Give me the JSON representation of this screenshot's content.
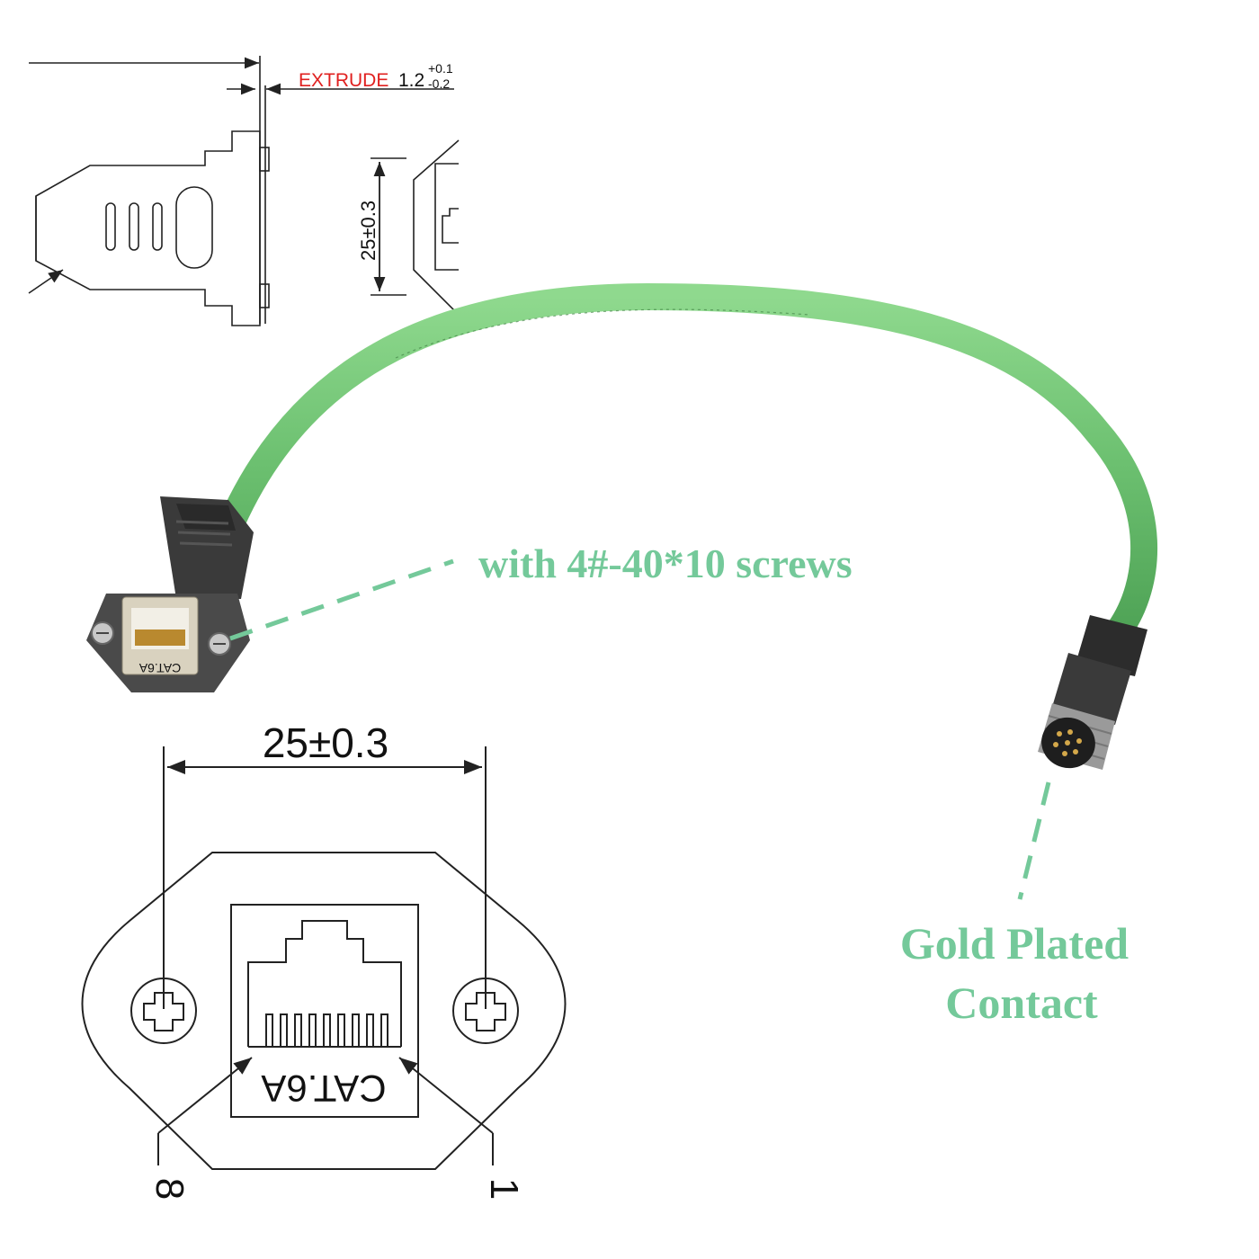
{
  "top_drawing": {
    "extrude_label": "EXTRUDE",
    "extrude_value": "1.2",
    "tol_plus": "+0.1",
    "tol_minus": "-0.2",
    "side_dim": "25±0.3"
  },
  "product": {
    "jack_label": "CAT.6A"
  },
  "callouts": {
    "screws": "with 4#-40*10 screws",
    "gold_line1": "Gold Plated",
    "gold_line2": "Contact"
  },
  "front_drawing": {
    "width_dim": "25±0.3",
    "jack_label": "CAT.6A",
    "pin_left": "8",
    "pin_right": "1"
  },
  "colors": {
    "cable": "#6cc070",
    "callout": "#74c99a",
    "extrude": "#e0201f"
  }
}
